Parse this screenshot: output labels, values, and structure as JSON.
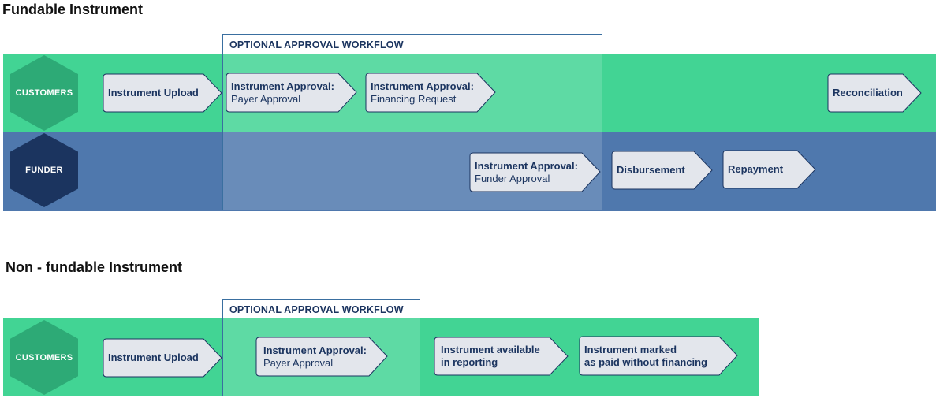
{
  "section1": {
    "title": "Fundable Instrument",
    "workflow_label": "OPTIONAL APPROVAL WORKFLOW",
    "lanes": {
      "customers": "CUSTOMERS",
      "funder": "FUNDER"
    },
    "steps": {
      "upload": {
        "bold": "Instrument Upload",
        "normal": ""
      },
      "payer": {
        "bold": "Instrument Approval:",
        "normal": "Payer Approval"
      },
      "financing": {
        "bold": "Instrument Approval:",
        "normal": "Financing Request"
      },
      "reconciliation": {
        "bold": "Reconciliation",
        "normal": ""
      },
      "funder_approval": {
        "bold": "Instrument Approval:",
        "normal": "Funder Approval"
      },
      "disbursement": {
        "bold": "Disbursement",
        "normal": ""
      },
      "repayment": {
        "bold": "Repayment",
        "normal": ""
      }
    }
  },
  "section2": {
    "title": "Non - fundable Instrument",
    "workflow_label": "OPTIONAL APPROVAL WORKFLOW",
    "lanes": {
      "customers": "CUSTOMERS"
    },
    "steps": {
      "upload": {
        "bold": "Instrument Upload",
        "normal": ""
      },
      "payer": {
        "bold": "Instrument Approval:",
        "normal": "Payer Approval"
      },
      "reporting": {
        "bold1": "Instrument available",
        "bold2": "in reporting"
      },
      "paid": {
        "bold1": "Instrument marked",
        "bold2": "as paid without financing"
      }
    }
  },
  "colors": {
    "lane_green": "#42d494",
    "lane_blue": "#4f78ad",
    "hex_green": "#2daa76",
    "hex_navy": "#1b345f",
    "arrow_fill": "#e3e6ec",
    "text_navy": "#1b345f"
  }
}
